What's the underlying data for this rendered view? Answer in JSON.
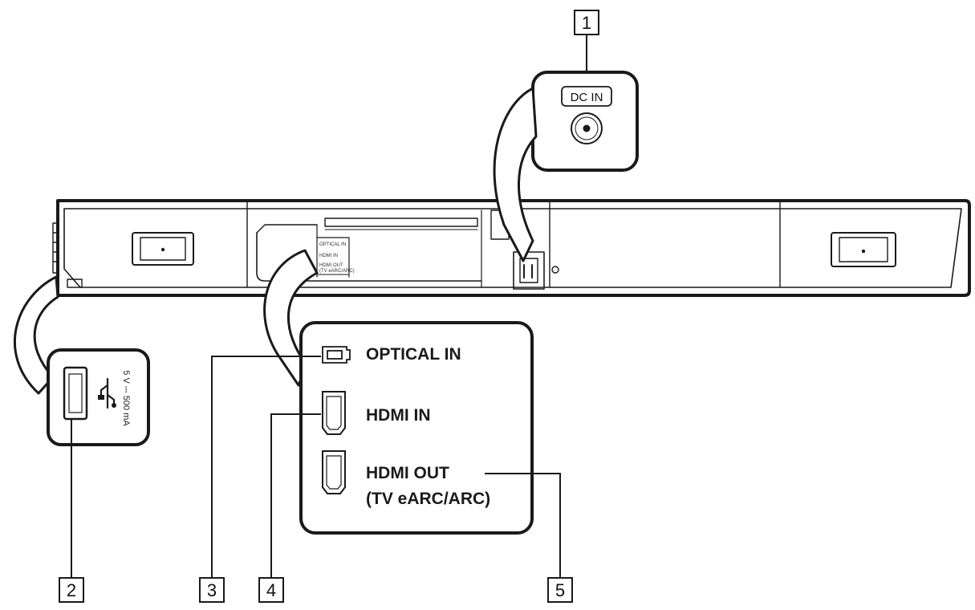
{
  "callouts": {
    "c1": "1",
    "c2": "2",
    "c3": "3",
    "c4": "4",
    "c5": "5"
  },
  "dc_panel": {
    "label": "DC IN"
  },
  "usb_panel": {
    "spec": "5 V ⎓ 500 mA"
  },
  "ports": {
    "optical": "OPTICAL IN",
    "hdmi_in": "HDMI IN",
    "hdmi_out_line1": "HDMI OUT",
    "hdmi_out_line2": "(TV eARC/ARC)"
  },
  "bar_label_plate": {
    "line1": "OPTICAL IN",
    "line2": "HDMI IN",
    "line3": "HDMI OUT",
    "line4": "(TV eARC/ARC)"
  }
}
